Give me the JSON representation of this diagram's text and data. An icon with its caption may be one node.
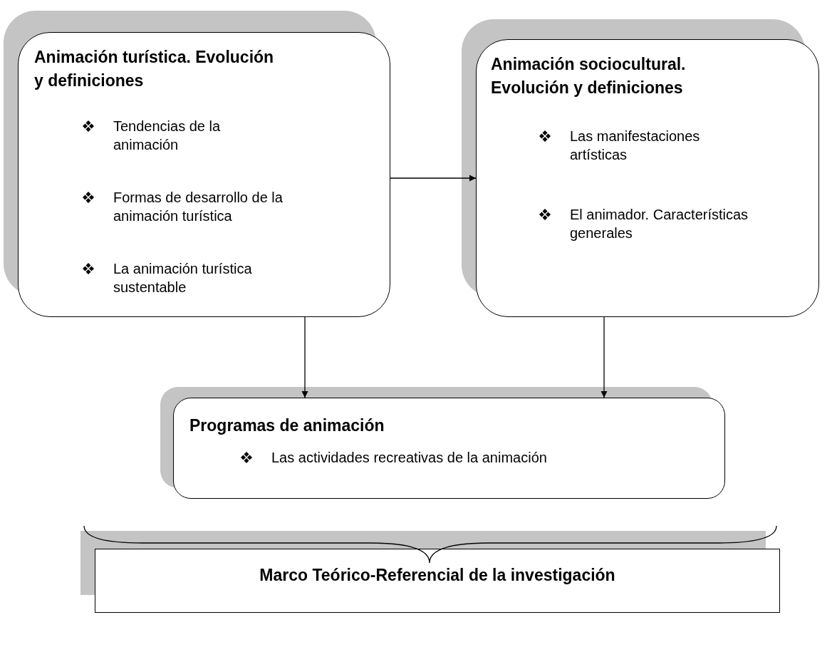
{
  "diagram": {
    "nodes": [
      {
        "text": [
          "Animación turística. Evolución y definiciones",
          "Tendencias de la animación",
          "Formas de desarrollo de la animación turística",
          "La animación turística sustentable"
        ]
      },
      {
        "text": [
          "Animación sociocultural. Evolución y definiciones",
          "Las manifestaciones artísticas",
          "El animador. Características generales"
        ]
      },
      {
        "text": [
          "Programas de animación",
          "Las actividades recreativas de la animación"
        ]
      },
      {
        "text": [
          "Marco Teórico-Referencial de la investigación"
        ]
      }
    ],
    "edges": [
      {
        "from": 0,
        "to": 1,
        "arrow": "to"
      },
      {
        "from": 0,
        "to": 2,
        "arrow": "to"
      },
      {
        "from": 1,
        "to": 2,
        "arrow": "to"
      }
    ]
  }
}
